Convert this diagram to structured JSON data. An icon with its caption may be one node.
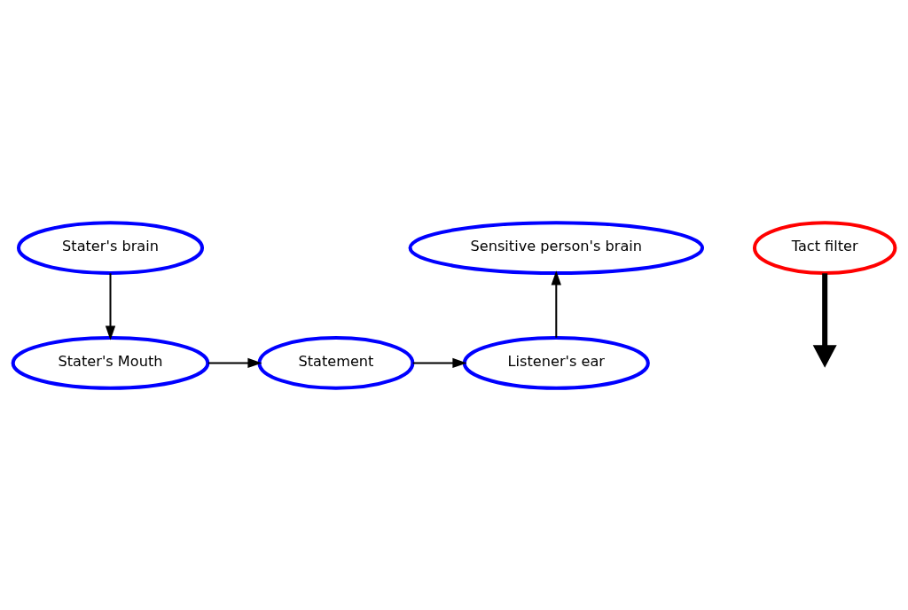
{
  "diagram": {
    "nodes": [
      {
        "text": [
          "Stater's brain"
        ]
      },
      {
        "text": [
          "Tact filter"
        ]
      },
      {
        "text": [
          "Sensitive person's brain"
        ]
      },
      {
        "text": [
          "Stater's Mouth"
        ]
      },
      {
        "text": [
          "Statement"
        ]
      },
      {
        "text": [
          "Listener's ear"
        ]
      }
    ],
    "edges": [
      {
        "from": 0,
        "to": 3,
        "arrow": "to"
      },
      {
        "from": 1,
        "to": null,
        "arrow": "to",
        "style": "thick"
      },
      {
        "from": 3,
        "to": 4,
        "arrow": "to"
      },
      {
        "from": 4,
        "to": 5,
        "arrow": "to"
      },
      {
        "from": 5,
        "to": 2,
        "arrow": "to"
      }
    ]
  }
}
